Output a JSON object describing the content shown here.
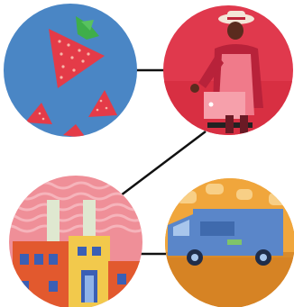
{
  "diagram": {
    "kind": "process-flow",
    "steps": [
      {
        "id": "strawberry",
        "icon": "strawberry-icon",
        "bg": "#4a86c5"
      },
      {
        "id": "farmer",
        "icon": "farmer-icon",
        "bg": "#e0394d"
      },
      {
        "id": "factory",
        "icon": "factory-icon",
        "bg": "#ef8f98"
      },
      {
        "id": "truck",
        "icon": "delivery-truck-icon",
        "bg": "#d98b2a"
      }
    ],
    "connector_color": "#111111"
  }
}
